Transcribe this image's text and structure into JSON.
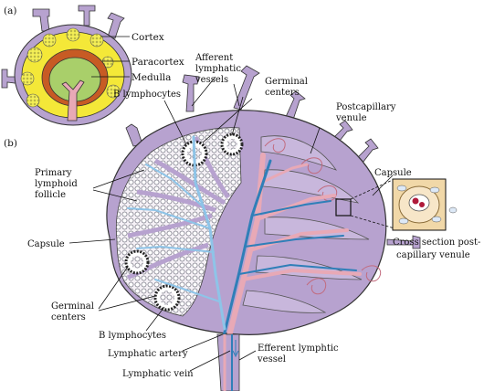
{
  "panels": {
    "a": "(a)",
    "b": "(b)"
  },
  "labels_a": {
    "cortex": "Cortex",
    "paracortex": "Paracortex",
    "medulla": "Medulla"
  },
  "labels_b": {
    "afferent": [
      "Afferent",
      "lymphatic",
      "vessels"
    ],
    "germinal_top": [
      "Germinal",
      "centers"
    ],
    "postcapillary": [
      "Postcapillary",
      "venule"
    ],
    "b_lymphocytes_top": "B lymphocytes",
    "primary_follicle": [
      "Primary",
      "lymphoid",
      "follicle"
    ],
    "capsule_right": "Capsule",
    "capsule_left": "Capsule",
    "cross_section": [
      "Cross section post-",
      "capillary venule"
    ],
    "germinal_bottom": [
      "Germinal",
      "centers"
    ],
    "b_lymphocytes_bottom": "B lymphocytes",
    "lymphatic_artery": "Lymphatic artery",
    "lymphatic_vein": "Lymphatic vein",
    "efferent": [
      "Efferent lymphtic",
      "vessel"
    ]
  },
  "colors": {
    "capsule_purple": "#b7a2cf",
    "cortex_yellow": "#f4e838",
    "paracortex_orange": "#c75b24",
    "medulla_green": "#a9cf6a",
    "vessel_pink": "#e8a9b6",
    "vein_blue": "#2f7fb8",
    "lymph_blue": "#8ec4e8",
    "follicle_bg": "#f3eef4",
    "inset_tan": "#f1d8a8"
  }
}
